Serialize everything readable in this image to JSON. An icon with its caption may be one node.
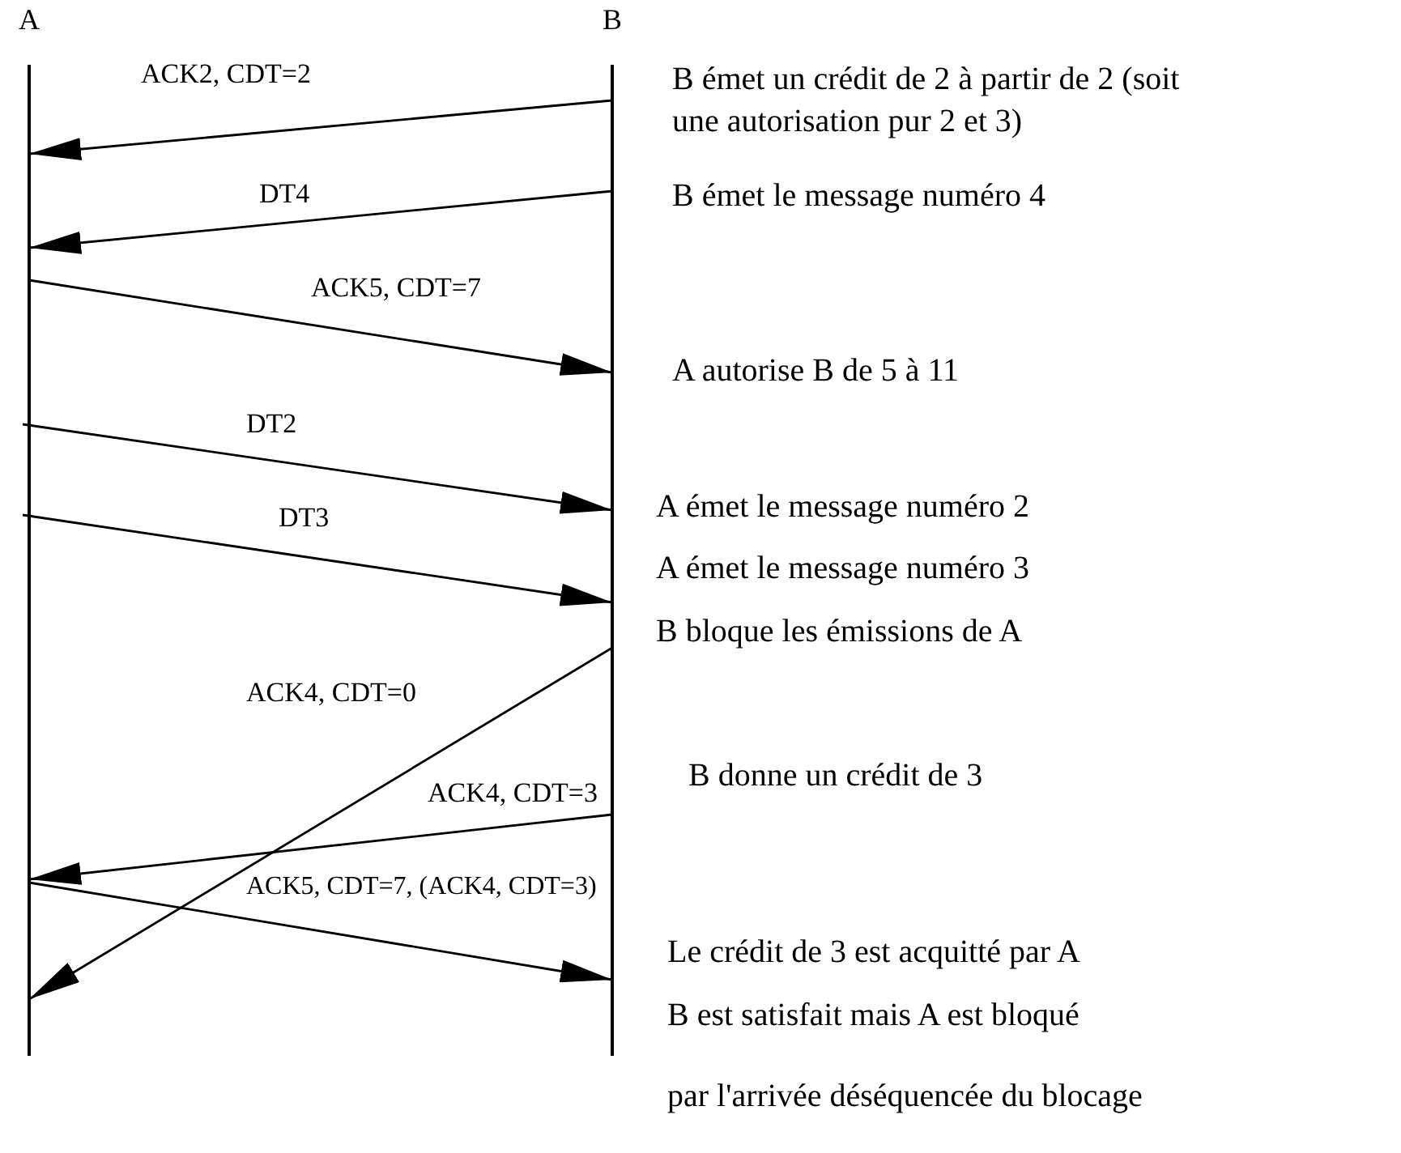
{
  "diagram": {
    "nodes": [
      {
        "text": [
          "A"
        ]
      },
      {
        "text": [
          "B"
        ]
      }
    ],
    "edges": [
      {
        "from": 1,
        "to": 0,
        "arrow": "to",
        "label": "ACK2, CDT=2"
      },
      {
        "from": 1,
        "to": 0,
        "arrow": "to",
        "label": "DT4"
      },
      {
        "from": 0,
        "to": 1,
        "arrow": "to",
        "label": "ACK5, CDT=7"
      },
      {
        "from": 0,
        "to": 1,
        "arrow": "to",
        "label": "DT2"
      },
      {
        "from": 0,
        "to": 1,
        "arrow": "to",
        "label": "DT3"
      },
      {
        "from": 1,
        "to": 0,
        "arrow": "to",
        "label": "ACK4, CDT=0"
      },
      {
        "from": 1,
        "to": 0,
        "arrow": "to",
        "label": "ACK4, CDT=3"
      },
      {
        "from": 0,
        "to": 1,
        "arrow": "to",
        "label": "ACK5, CDT=7, (ACK4, CDT=3)"
      }
    ],
    "labels": [
      "B émet un crédit de 2 à partir de 2 (soit une autorisation pur 2 et 3)",
      "B émet le message numéro 4",
      "A autorise B de 5 à 11",
      "A émet le message numéro 2",
      "A émet le message numéro 3",
      "B bloque les émissions de A",
      "B donne un crédit de 3",
      "Le crédit de 3 est acquitté par A",
      "B est satisfait mais A est bloqué",
      "par l'arrivée déséquencée du blocage"
    ]
  }
}
